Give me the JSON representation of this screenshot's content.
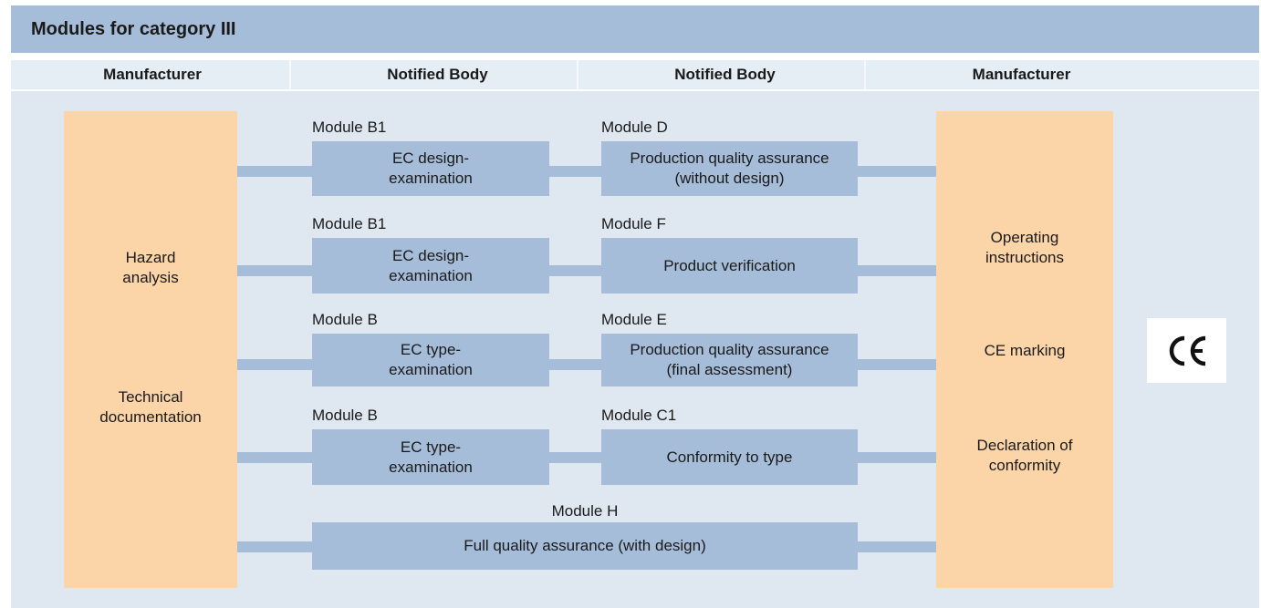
{
  "title": "Modules for category III",
  "columns": [
    "Manufacturer",
    "Notified Body",
    "Notified Body",
    "Manufacturer"
  ],
  "left_panel": {
    "line1": "Hazard",
    "line2": "analysis",
    "line3": "Technical",
    "line4": "documentation"
  },
  "right_panel": {
    "item1_line1": "Operating",
    "item1_line2": "instructions",
    "item2": "CE marking",
    "item3_line1": "Declaration of",
    "item3_line2": "conformity"
  },
  "rows": [
    {
      "left_module": "Module B1",
      "left_line1": "EC design-",
      "left_line2": "examination",
      "right_module": "Module D",
      "right_line1": "Production quality assurance",
      "right_line2": "(without design)"
    },
    {
      "left_module": "Module B1",
      "left_line1": "EC design-",
      "left_line2": "examination",
      "right_module": "Module F",
      "right_line1": "Product verification",
      "right_line2": ""
    },
    {
      "left_module": "Module B",
      "left_line1": "EC type-",
      "left_line2": "examination",
      "right_module": "Module E",
      "right_line1": "Production quality assurance",
      "right_line2": "(final assessment)"
    },
    {
      "left_module": "Module B",
      "left_line1": "EC type-",
      "left_line2": "examination",
      "right_module": "Module C1",
      "right_line1": "Conformity to type",
      "right_line2": ""
    }
  ],
  "module_h": {
    "label": "Module H",
    "text": "Full quality assurance (with design)"
  },
  "ce_mark_icon": "ce-mark-icon"
}
